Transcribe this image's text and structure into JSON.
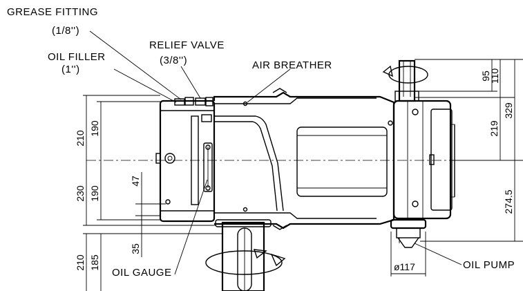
{
  "labels": {
    "grease_fitting": "GREASE FITTING",
    "grease_fitting_size": "(1/8'')",
    "relief_valve": "RELIEF VALVE",
    "relief_valve_size": "(3/8'')",
    "oil_filler": "OIL FILLER",
    "oil_filler_size": "(1'')",
    "air_breather": "AIR BREATHER",
    "oil_gauge": "OIL GAUGE",
    "oil_pump": "OIL PUMP"
  },
  "dimensions": {
    "left_upper_outer": "210",
    "left_upper_inner": "190",
    "left_lower_outer": "230",
    "left_lower_inner": "190",
    "gauge_height": "47",
    "gauge_offset": "35",
    "shaft_outer": "210",
    "shaft_inner": "185",
    "top_shaft_inner": "95",
    "top_shaft_outer": "110",
    "right_upper_inner": "219",
    "right_upper_outer": "329",
    "right_lower": "274.5",
    "pump_diameter": "ø117"
  }
}
